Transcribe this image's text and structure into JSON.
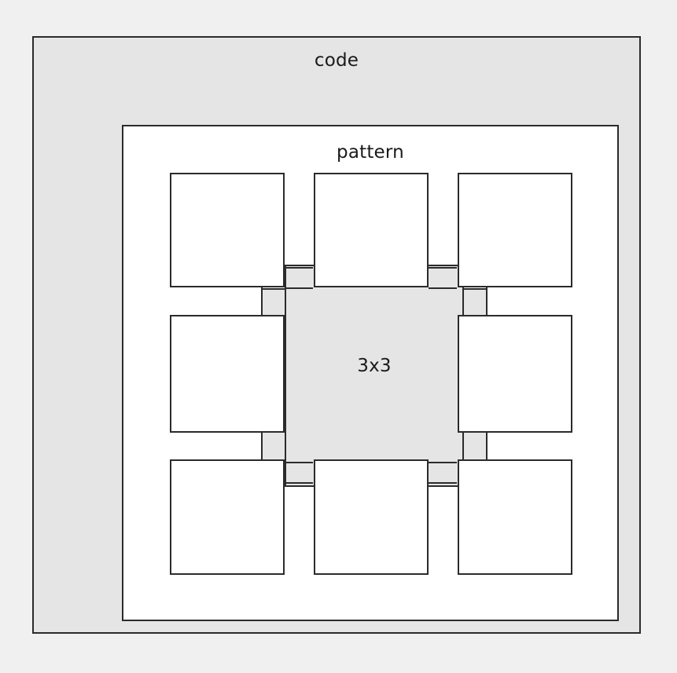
{
  "diagram": {
    "type": "nested-container-grid",
    "background_color": "#f0f0f0",
    "outer": {
      "label": "code",
      "fill_color": "#e5e5e5",
      "border_color": "#2b2b2b"
    },
    "inner": {
      "label": "pattern",
      "fill_color": "#ffffff",
      "border_color": "#2b2b2b"
    },
    "center": {
      "label": "3x3",
      "fill_color": "#e5e5e5",
      "border_color": "#2b2b2b"
    },
    "cells": [
      {
        "position": "top-left",
        "label": ""
      },
      {
        "position": "top-middle",
        "label": ""
      },
      {
        "position": "top-right",
        "label": ""
      },
      {
        "position": "middle-left",
        "label": ""
      },
      {
        "position": "middle-right",
        "label": ""
      },
      {
        "position": "bottom-left",
        "label": ""
      },
      {
        "position": "bottom-middle",
        "label": ""
      },
      {
        "position": "bottom-right",
        "label": ""
      }
    ]
  }
}
